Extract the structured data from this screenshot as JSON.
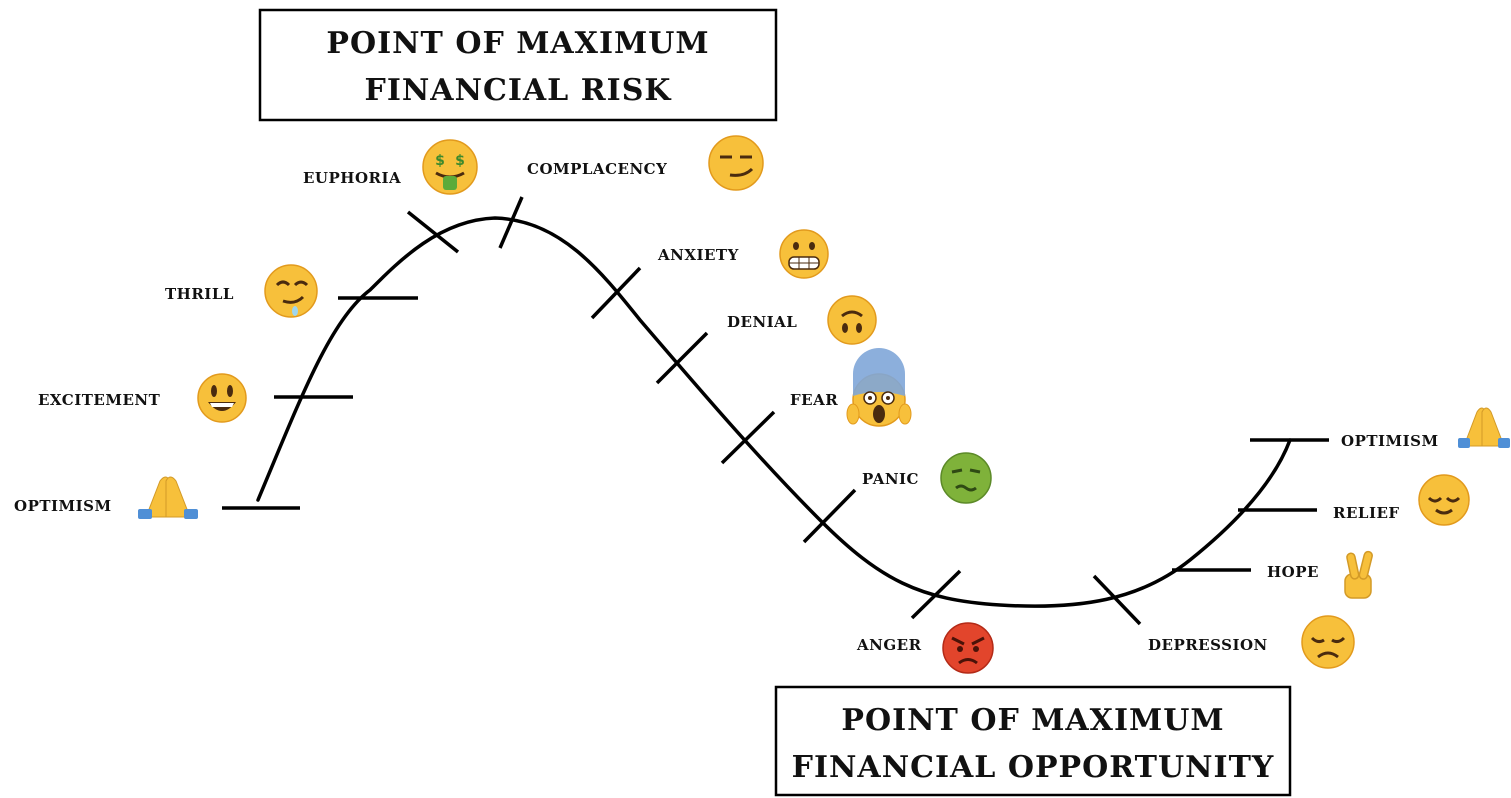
{
  "risk_box": {
    "line1": "POINT OF MAXIMUM",
    "line2": "FINANCIAL RISK"
  },
  "opportunity_box": {
    "line1": "POINT OF MAXIMUM",
    "line2": "FINANCIAL OPPORTUNITY"
  },
  "stages": [
    {
      "label": "OPTIMISM",
      "emoji": "🙏",
      "icon": "praying-hands-icon"
    },
    {
      "label": "EXCITEMENT",
      "emoji": "😃",
      "icon": "grinning-face-icon"
    },
    {
      "label": "THRILL",
      "emoji": "🤤",
      "icon": "drooling-face-icon"
    },
    {
      "label": "EUPHORIA",
      "emoji": "🤑",
      "icon": "money-mouth-face-icon"
    },
    {
      "label": "COMPLACENCY",
      "emoji": "😏",
      "icon": "smirking-face-icon"
    },
    {
      "label": "ANXIETY",
      "emoji": "😬",
      "icon": "grimacing-face-icon"
    },
    {
      "label": "DENIAL",
      "emoji": "🙃",
      "icon": "upside-down-face-icon"
    },
    {
      "label": "FEAR",
      "emoji": "😱",
      "icon": "screaming-face-icon"
    },
    {
      "label": "PANIC",
      "emoji": "🤢",
      "icon": "nauseated-face-icon"
    },
    {
      "label": "ANGER",
      "emoji": "😡",
      "icon": "pouting-face-icon"
    },
    {
      "label": "DEPRESSION",
      "emoji": "😞",
      "icon": "disappointed-face-icon"
    },
    {
      "label": "HOPE",
      "emoji": "🤞",
      "icon": "crossed-fingers-icon"
    },
    {
      "label": "RELIEF",
      "emoji": "😌",
      "icon": "relieved-face-icon"
    },
    {
      "label": "OPTIMISM",
      "emoji": "🙏",
      "icon": "praying-hands-icon"
    }
  ],
  "colors": {
    "emoji_face": "#f7c03b",
    "emoji_face_dark": "#e29a1d",
    "panic_face": "#7fb23a",
    "anger_face": "#e2452c",
    "hands": "#4f8fd6",
    "ink": "#000000"
  }
}
